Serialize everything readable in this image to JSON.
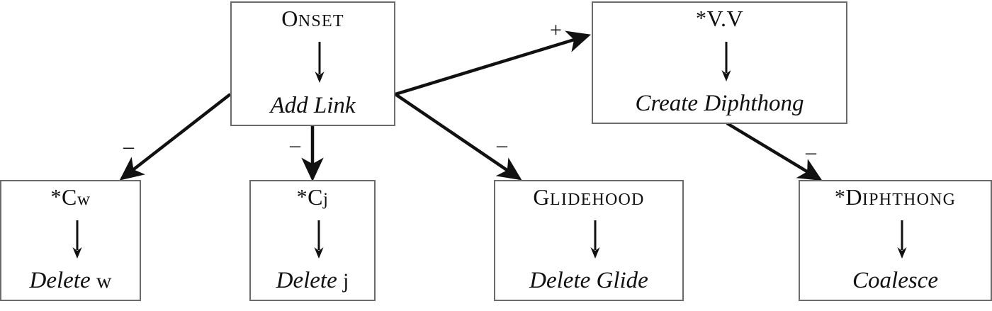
{
  "diagram": {
    "title": "Constraint ranking / repair diagram",
    "background_color": "#ffffff",
    "box_border_color": "#6b6b6b",
    "edge_color": "#111111",
    "text_color": "#111111"
  },
  "nodes": [
    {
      "id": "onset",
      "constraint_star": "",
      "constraint_first": "O",
      "constraint_rest": "NSET",
      "constraint_tail": "",
      "action": "Add Link",
      "action_roman": ""
    },
    {
      "id": "vv",
      "constraint_star": "*",
      "constraint_first": "V.V",
      "constraint_rest": "",
      "constraint_tail": "",
      "action": "Create Diphthong",
      "action_roman": ""
    },
    {
      "id": "cw",
      "constraint_star": "*",
      "constraint_first": "C",
      "constraint_rest": "",
      "constraint_tail": "w",
      "action": "Delete",
      "action_roman": "w"
    },
    {
      "id": "cj",
      "constraint_star": "*",
      "constraint_first": "C",
      "constraint_rest": "",
      "constraint_tail": "j",
      "action": "Delete",
      "action_roman": "j"
    },
    {
      "id": "glidehood",
      "constraint_star": "",
      "constraint_first": "G",
      "constraint_rest": "LIDEHOOD",
      "constraint_tail": "",
      "action": "Delete Glide",
      "action_roman": ""
    },
    {
      "id": "diphthong",
      "constraint_star": "*",
      "constraint_first": "D",
      "constraint_rest": "IPHTHONG",
      "constraint_tail": "",
      "action": "Coalesce",
      "action_roman": ""
    }
  ],
  "edges": [
    {
      "id": "onset-to-vv",
      "from": "onset",
      "to": "vv",
      "label": "+"
    },
    {
      "id": "onset-to-cw",
      "from": "onset",
      "to": "cw",
      "label": "–"
    },
    {
      "id": "onset-to-cj",
      "from": "onset",
      "to": "cj",
      "label": "–"
    },
    {
      "id": "onset-to-glidehood",
      "from": "onset",
      "to": "glidehood",
      "label": "–"
    },
    {
      "id": "vv-to-diphthong",
      "from": "vv",
      "to": "diphthong",
      "label": "–"
    }
  ]
}
